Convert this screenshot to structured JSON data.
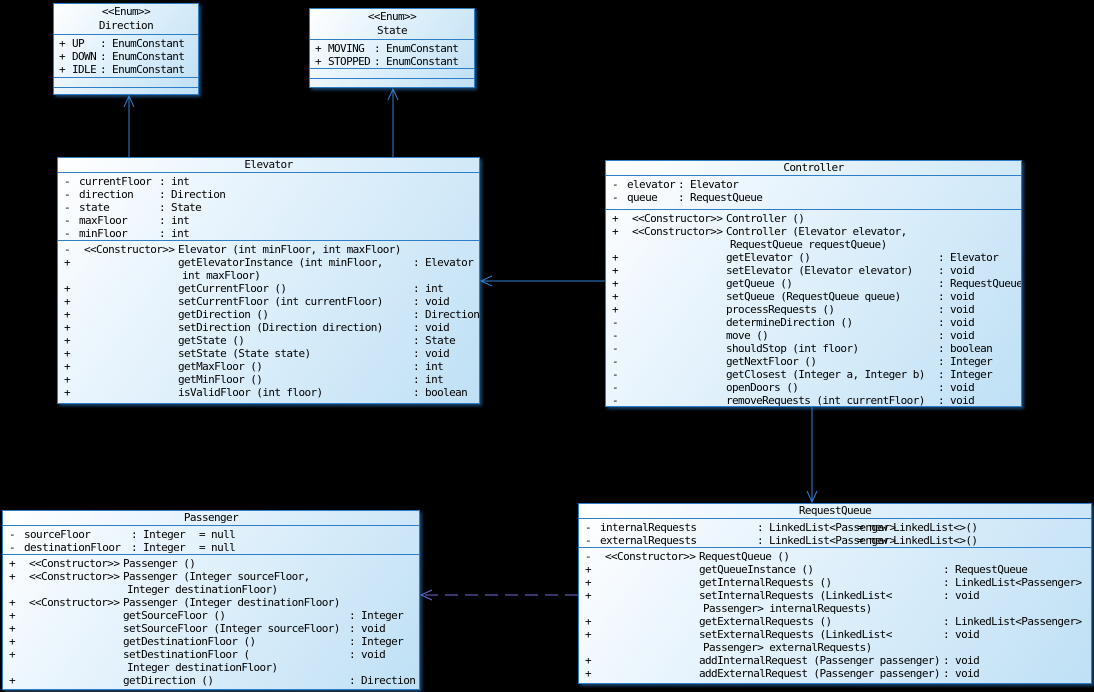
{
  "diagram": {
    "background": "#000000",
    "line_color": "#2f7fd0",
    "dependency_color": "#6b6bd6",
    "box_border_color": "#2e7dc8",
    "box_fill_start": "#ffffff",
    "box_fill_end": "#bfe0f5",
    "text_color": "#000000"
  },
  "nodes": [
    {
      "id": "direction",
      "kind": "enum",
      "stereotype": "<<Enum>>",
      "name": "Direction",
      "literals": [
        {
          "vis": "+",
          "name": "UP",
          "type": "EnumConstant"
        },
        {
          "vis": "+",
          "name": "DOWN",
          "type": "EnumConstant"
        },
        {
          "vis": "+",
          "name": "IDLE",
          "type": "EnumConstant"
        }
      ]
    },
    {
      "id": "state",
      "kind": "enum",
      "stereotype": "<<Enum>>",
      "name": "State",
      "literals": [
        {
          "vis": "+",
          "name": "MOVING",
          "type": "EnumConstant"
        },
        {
          "vis": "+",
          "name": "STOPPED",
          "type": "EnumConstant"
        }
      ]
    },
    {
      "id": "elevator",
      "kind": "class",
      "name": "Elevator",
      "attributes": [
        {
          "vis": "-",
          "name": "currentFloor",
          "type": "int"
        },
        {
          "vis": "-",
          "name": "direction",
          "type": "Direction"
        },
        {
          "vis": "-",
          "name": "state",
          "type": "State"
        },
        {
          "vis": "-",
          "name": "maxFloor",
          "type": "int"
        },
        {
          "vis": "-",
          "name": "minFloor",
          "type": "int"
        }
      ],
      "operations": [
        {
          "vis": "-",
          "stereotype": "<<Constructor>>",
          "name": "Elevator (int minFloor, int maxFloor)"
        },
        {
          "vis": "+",
          "name": "getElevatorInstance (int minFloor,",
          "cont": [
            "int maxFloor)"
          ],
          "ret": "Elevator"
        },
        {
          "vis": "+",
          "name": "getCurrentFloor ()",
          "ret": "int"
        },
        {
          "vis": "+",
          "name": "setCurrentFloor (int currentFloor)",
          "ret": "void"
        },
        {
          "vis": "+",
          "name": "getDirection ()",
          "ret": "Direction"
        },
        {
          "vis": "+",
          "name": "setDirection (Direction direction)",
          "ret": "void"
        },
        {
          "vis": "+",
          "name": "getState ()",
          "ret": "State"
        },
        {
          "vis": "+",
          "name": "setState (State state)",
          "ret": "void"
        },
        {
          "vis": "+",
          "name": "getMaxFloor ()",
          "ret": "int"
        },
        {
          "vis": "+",
          "name": "getMinFloor ()",
          "ret": "int"
        },
        {
          "vis": "+",
          "name": "isValidFloor (int floor)",
          "ret": "boolean"
        }
      ]
    },
    {
      "id": "controller",
      "kind": "class",
      "name": "Controller",
      "attributes": [
        {
          "vis": "-",
          "name": "elevator",
          "type": "Elevator"
        },
        {
          "vis": "-",
          "name": "queue",
          "type": "RequestQueue"
        }
      ],
      "operations": [
        {
          "vis": "+",
          "stereotype": "<<Constructor>>",
          "name": "Controller ()"
        },
        {
          "vis": "+",
          "stereotype": "<<Constructor>>",
          "name": "Controller (Elevator elevator,",
          "cont": [
            "RequestQueue requestQueue)"
          ]
        },
        {
          "vis": "+",
          "name": "getElevator ()",
          "ret": "Elevator"
        },
        {
          "vis": "+",
          "name": "setElevator (Elevator elevator)",
          "ret": "void"
        },
        {
          "vis": "+",
          "name": "getQueue ()",
          "ret": "RequestQueue"
        },
        {
          "vis": "+",
          "name": "setQueue (RequestQueue queue)",
          "ret": "void"
        },
        {
          "vis": "+",
          "name": "processRequests ()",
          "ret": "void"
        },
        {
          "vis": "-",
          "name": "determineDirection ()",
          "ret": "void"
        },
        {
          "vis": "-",
          "name": "move ()",
          "ret": "void"
        },
        {
          "vis": "-",
          "name": "shouldStop (int floor)",
          "ret": "boolean"
        },
        {
          "vis": "-",
          "name": "getNextFloor ()",
          "ret": "Integer"
        },
        {
          "vis": "-",
          "name": "getClosest (Integer a, Integer b)",
          "ret": "Integer"
        },
        {
          "vis": "-",
          "name": "openDoors ()",
          "ret": "void"
        },
        {
          "vis": "-",
          "name": "removeRequests (int currentFloor)",
          "ret": "void"
        }
      ]
    },
    {
      "id": "passenger",
      "kind": "class",
      "name": "Passenger",
      "attributes": [
        {
          "vis": "-",
          "name": "sourceFloor",
          "type": "Integer",
          "init": "= null"
        },
        {
          "vis": "-",
          "name": "destinationFloor",
          "type": "Integer",
          "init": "= null"
        }
      ],
      "operations": [
        {
          "vis": "+",
          "stereotype": "<<Constructor>>",
          "name": "Passenger ()"
        },
        {
          "vis": "+",
          "stereotype": "<<Constructor>>",
          "name": "Passenger (Integer sourceFloor,",
          "cont": [
            "Integer destinationFloor)"
          ]
        },
        {
          "vis": "+",
          "stereotype": "<<Constructor>>",
          "name": "Passenger (Integer destinationFloor)"
        },
        {
          "vis": "+",
          "name": "getSourceFloor ()",
          "ret": "Integer"
        },
        {
          "vis": "+",
          "name": "setSourceFloor (Integer sourceFloor)",
          "ret": "void"
        },
        {
          "vis": "+",
          "name": "getDestinationFloor ()",
          "ret": "Integer"
        },
        {
          "vis": "+",
          "name": "setDestinationFloor (",
          "cont": [
            "Integer destinationFloor)"
          ],
          "ret": "void"
        },
        {
          "vis": "+",
          "name": "getDirection ()",
          "ret": "Direction"
        }
      ]
    },
    {
      "id": "requestqueue",
      "kind": "class",
      "name": "RequestQueue",
      "attributes": [
        {
          "vis": "-",
          "name": "internalRequests",
          "type": "LinkedList<Passenger>",
          "init": "= new LinkedList<>()"
        },
        {
          "vis": "-",
          "name": "externalRequests",
          "type": "LinkedList<Passenger>",
          "init": "= new LinkedList<>()"
        }
      ],
      "operations": [
        {
          "vis": "-",
          "stereotype": "<<Constructor>>",
          "name": "RequestQueue ()"
        },
        {
          "vis": "+",
          "name": "getQueueInstance ()",
          "ret": "RequestQueue"
        },
        {
          "vis": "+",
          "name": "getInternalRequests ()",
          "ret": "LinkedList<Passenger>"
        },
        {
          "vis": "+",
          "name": "setInternalRequests (LinkedList<",
          "cont": [
            "Passenger> internalRequests)"
          ],
          "ret": "void"
        },
        {
          "vis": "+",
          "name": "getExternalRequests ()",
          "ret": "LinkedList<Passenger>"
        },
        {
          "vis": "+",
          "name": "setExternalRequests (LinkedList<",
          "cont": [
            "Passenger> externalRequests)"
          ],
          "ret": "void"
        },
        {
          "vis": "+",
          "name": "addInternalRequest (Passenger passenger)",
          "ret": "void"
        },
        {
          "vis": "+",
          "name": "addExternalRequest (Passenger passenger)",
          "ret": "void"
        }
      ]
    }
  ],
  "connectors": [
    {
      "id": "elevator-direction",
      "from": "Elevator",
      "to": "Direction",
      "type": "association"
    },
    {
      "id": "elevator-state",
      "from": "Elevator",
      "to": "State",
      "type": "association"
    },
    {
      "id": "controller-elevator",
      "from": "Controller",
      "to": "Elevator",
      "type": "association"
    },
    {
      "id": "controller-requestqueue",
      "from": "Controller",
      "to": "RequestQueue",
      "type": "association"
    },
    {
      "id": "requestqueue-passenger",
      "from": "RequestQueue",
      "to": "Passenger",
      "type": "dependency"
    }
  ]
}
